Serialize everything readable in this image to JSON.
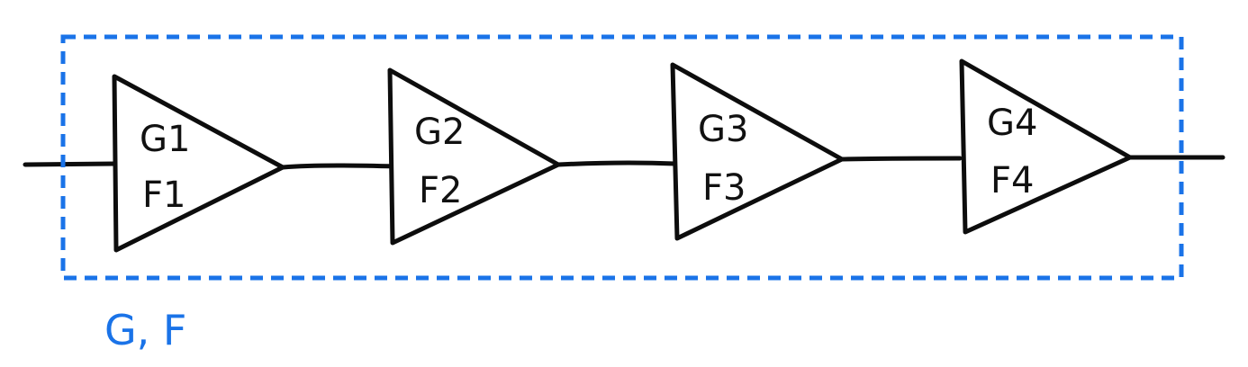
{
  "colors": {
    "ink": "#0d0d0d",
    "accent": "#1a73e8"
  },
  "group": {
    "label": "G, F"
  },
  "stages": [
    {
      "gain": "G1",
      "noise": "F1"
    },
    {
      "gain": "G2",
      "noise": "F2"
    },
    {
      "gain": "G3",
      "noise": "F3"
    },
    {
      "gain": "G4",
      "noise": "F4"
    }
  ]
}
